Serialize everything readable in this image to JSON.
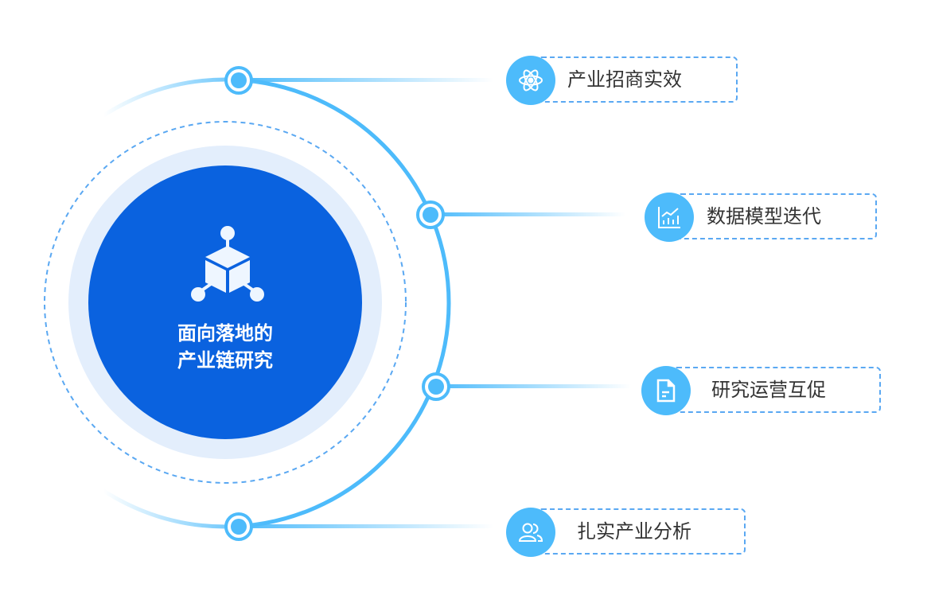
{
  "center": {
    "title_line1": "面向落地的",
    "title_line2": "产业链研究",
    "icon": "cube-network-icon"
  },
  "colors": {
    "core": "#0a62df",
    "accent": "#4dbbfb",
    "halo": "#e3eefc",
    "dash": "#5aa8f2"
  },
  "items": [
    {
      "label": "产业招商实效",
      "icon": "atom-icon"
    },
    {
      "label": "数据模型迭代",
      "icon": "chart-icon"
    },
    {
      "label": "研究运营互促",
      "icon": "document-icon"
    },
    {
      "label": "扎实产业分析",
      "icon": "users-icon"
    }
  ]
}
